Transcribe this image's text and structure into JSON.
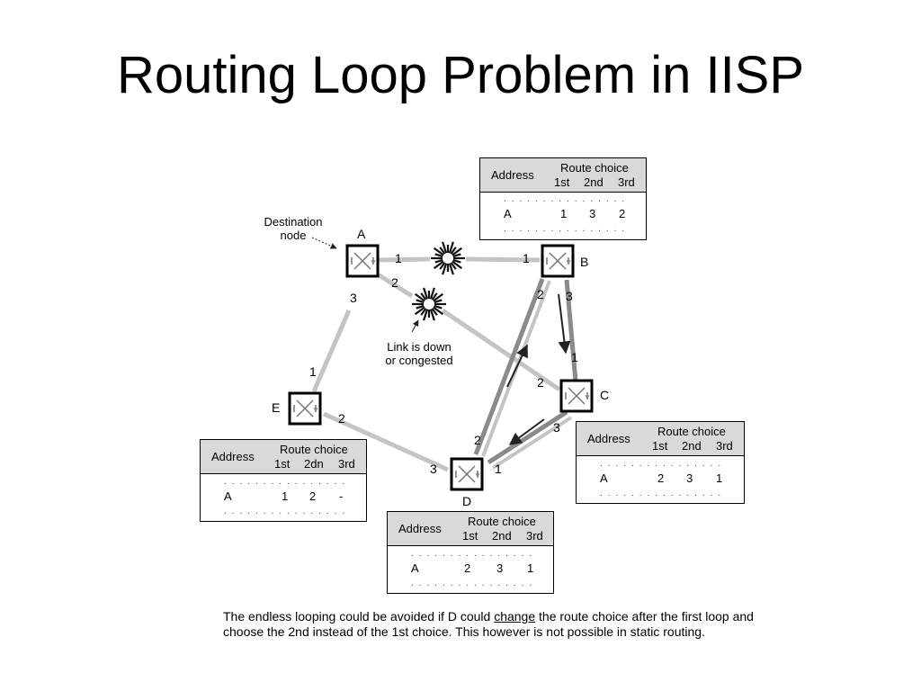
{
  "title": "Routing Loop Problem in IISP",
  "nodes": [
    {
      "id": "A",
      "label": "A"
    },
    {
      "id": "B",
      "label": "B"
    },
    {
      "id": "C",
      "label": "C"
    },
    {
      "id": "D",
      "label": "D"
    },
    {
      "id": "E",
      "label": "E"
    }
  ],
  "annotations": {
    "destination": "Destination\nnode",
    "link_down": "Link is down\nor congested"
  },
  "port_labels": {
    "a1": "1",
    "a2": "2",
    "a3": "3",
    "b1": "1",
    "b2": "2",
    "b3": "3",
    "c1": "1",
    "c2": "2",
    "c3": "3",
    "d1": "1",
    "d2": "2",
    "d3": "3",
    "e1": "1",
    "e2": "2"
  },
  "tables": {
    "B": {
      "address_header": "Address",
      "choice_header": "Route choice",
      "ordinals": [
        "1st",
        "2nd",
        "3rd"
      ],
      "dots": ". . . . . . . . . . . . . . . .",
      "row": {
        "address": "A",
        "values": [
          "1",
          "3",
          "2"
        ]
      }
    },
    "C": {
      "address_header": "Address",
      "choice_header": "Route choice",
      "ordinals": [
        "1st",
        "2nd",
        "3rd"
      ],
      "dots": ". . . . . . . . . . . . . . . .",
      "row": {
        "address": "A",
        "values": [
          "2",
          "3",
          "1"
        ]
      }
    },
    "D": {
      "address_header": "Address",
      "choice_header": "Route choice",
      "ordinals": [
        "1st",
        "2nd",
        "3rd"
      ],
      "dots": ". . . . . . . . . . . . . . . .",
      "row": {
        "address": "A",
        "values": [
          "2",
          "3",
          "1"
        ]
      }
    },
    "E": {
      "address_header": "Address",
      "choice_header": "Route choice",
      "ordinals": [
        "1st",
        "2dn",
        "3rd"
      ],
      "dots": ". . . . . . . . . . . . . . . .",
      "row": {
        "address": "A",
        "values": [
          "1",
          "2",
          "-"
        ]
      }
    }
  },
  "footer": {
    "part1": "The endless looping could be avoided if D could ",
    "underlined": "change",
    "part2": " the route choice after the first loop and choose the 2nd instead of the 1st choice. This however is not possible in static routing."
  },
  "colors": {
    "link": "#c4c4c4",
    "loop": "#8a8a8a",
    "arrow": "#222222",
    "table_header": "#d9d9d9"
  }
}
